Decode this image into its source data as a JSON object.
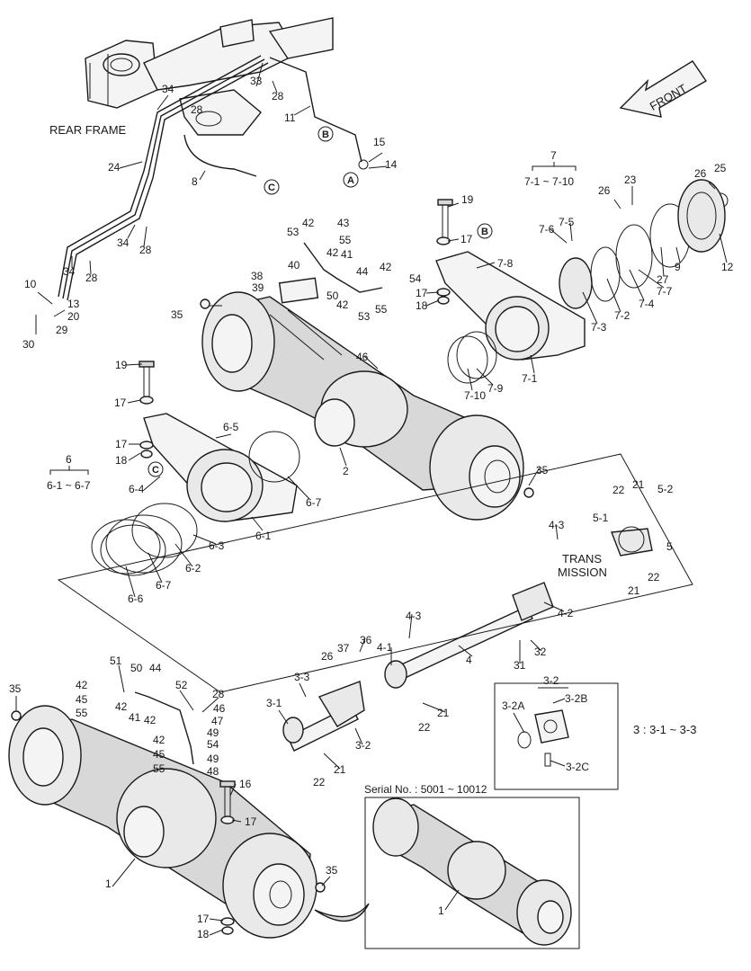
{
  "labels": {
    "rear_frame": "REAR FRAME",
    "front": "FRONT",
    "trans_mission_1": "TRANS",
    "trans_mission_2": "MISSION",
    "serial": "Serial No. : 5001 ~ 10012",
    "group3": "3 : 3-1 ~ 3-3",
    "group6_num": "6",
    "group6_range": "6-1 ~ 6-7",
    "group7_num": "7",
    "group7_range": "7-1 ~ 7-10",
    "group32": "3-2"
  },
  "callouts": {
    "a": "A",
    "b": "B",
    "c": "C"
  },
  "parts": {
    "p1": "1",
    "p2": "2",
    "p3_1": "3-1",
    "p3_2": "3-2",
    "p3_2a": "3-2A",
    "p3_2b": "3-2B",
    "p3_2c": "3-2C",
    "p3_3": "3-3",
    "p4": "4",
    "p4_1": "4-1",
    "p4_2": "4-2",
    "p4_3": "4-3",
    "p5": "5",
    "p5_1": "5-1",
    "p5_2": "5-2",
    "p6_1": "6-1",
    "p6_2": "6-2",
    "p6_3": "6-3",
    "p6_4": "6-4",
    "p6_5": "6-5",
    "p6_6": "6-6",
    "p6_7": "6-7",
    "p7_1": "7-1",
    "p7_2": "7-2",
    "p7_3": "7-3",
    "p7_4": "7-4",
    "p7_5": "7-5",
    "p7_6": "7-6",
    "p7_7": "7-7",
    "p7_8": "7-8",
    "p7_9": "7-9",
    "p7_10": "7-10",
    "p8": "8",
    "p9": "9",
    "p10": "10",
    "p11": "11",
    "p12": "12",
    "p13": "13",
    "p14": "14",
    "p15": "15",
    "p16": "16",
    "p17": "17",
    "p18": "18",
    "p19": "19",
    "p20": "20",
    "p21": "21",
    "p22": "22",
    "p23": "23",
    "p24": "24",
    "p25": "25",
    "p26": "26",
    "p27": "27",
    "p28": "28",
    "p29": "29",
    "p30": "30",
    "p31": "31",
    "p32": "32",
    "p33": "33",
    "p34": "34",
    "p35": "35",
    "p36": "36",
    "p37": "37",
    "p38": "38",
    "p39": "39",
    "p40": "40",
    "p41": "41",
    "p42": "42",
    "p43": "43",
    "p44": "44",
    "p45": "45",
    "p46": "46",
    "p47": "47",
    "p48": "48",
    "p49": "49",
    "p50": "50",
    "p51": "51",
    "p52": "52",
    "p53": "53",
    "p54": "54",
    "p55": "55"
  }
}
